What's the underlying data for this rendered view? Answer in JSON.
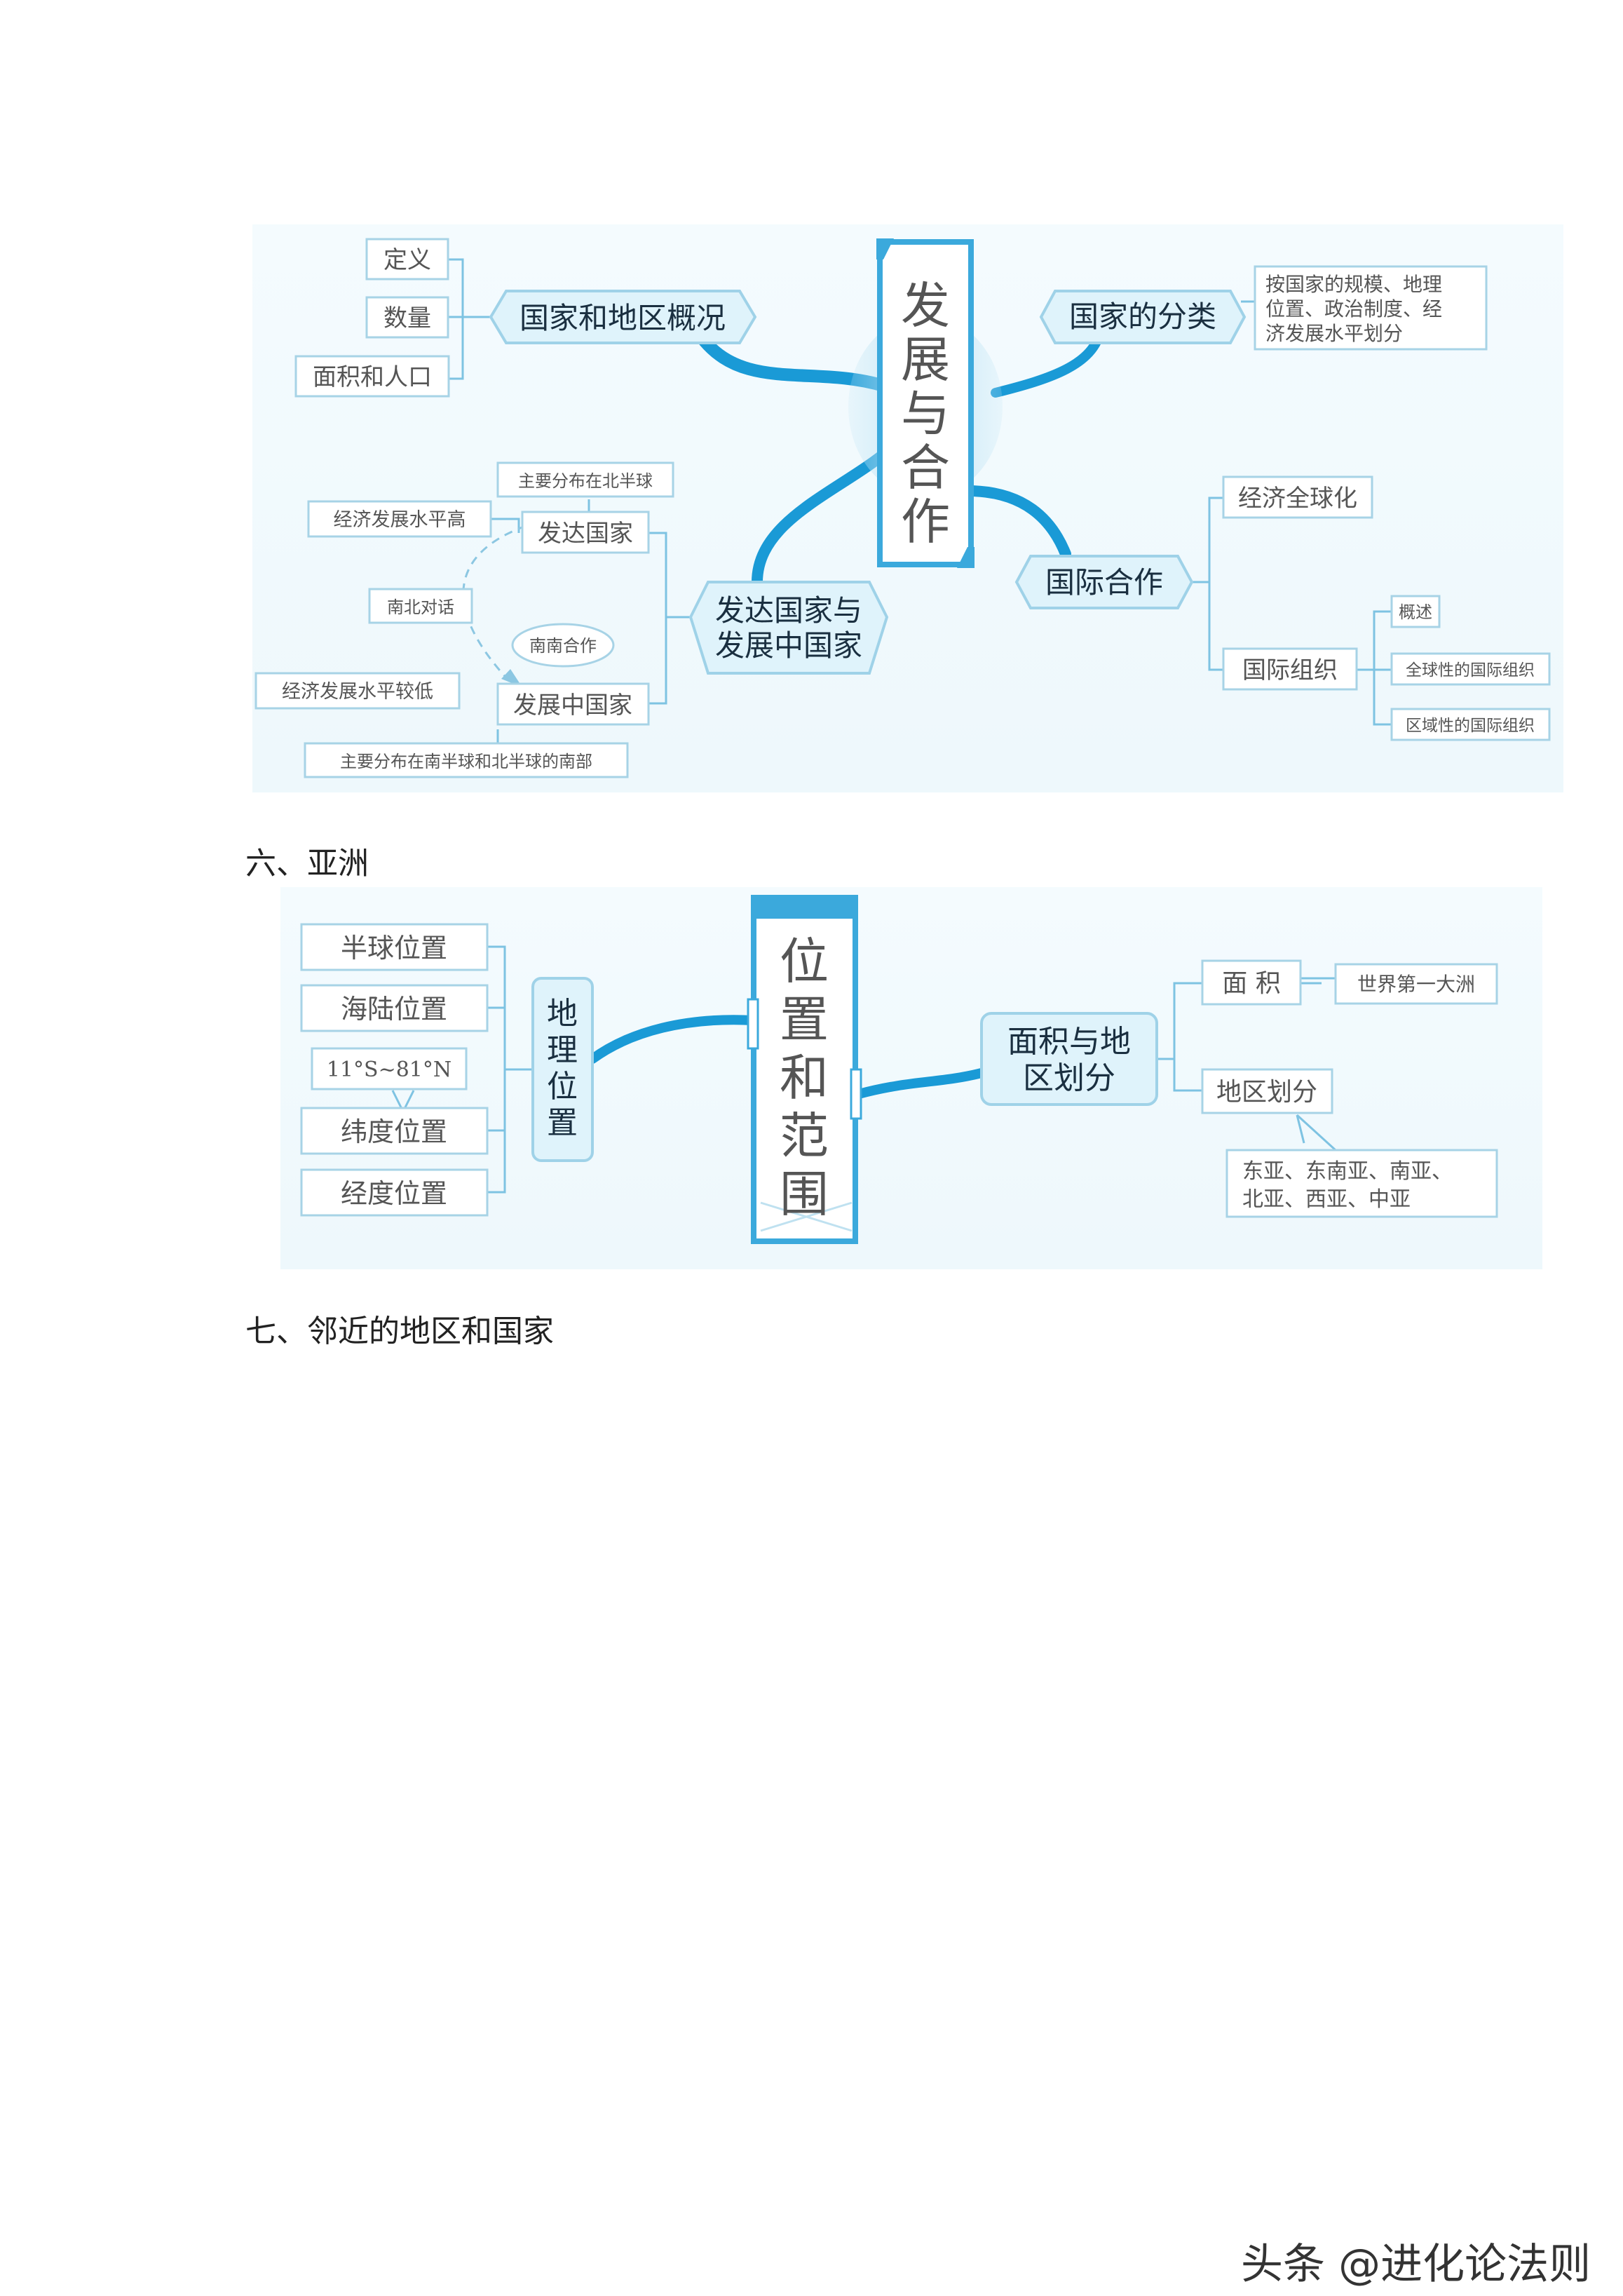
{
  "map1": {
    "center": "发展与合作",
    "b1": {
      "label": "国家和地区概况",
      "items": [
        "定义",
        "数量",
        "面积和人口"
      ]
    },
    "b2": {
      "label": "国家的分类",
      "note": [
        "按国家的规模、地理",
        "位置、政治制度、经",
        "济发展水平划分"
      ]
    },
    "b3": {
      "label_l1": "发达国家与",
      "label_l2": "发展中国家",
      "developed": "发达国家",
      "developed_dist": "主要分布在北半球",
      "developed_level": "经济发展水平高",
      "dialogue": "南北对话",
      "cooperation": "南南合作",
      "developing": "发展中国家",
      "developing_level": "经济发展水平较低",
      "developing_dist": "主要分布在南半球和北半球的南部"
    },
    "b4": {
      "label": "国际合作",
      "globalization": "经济全球化",
      "org": "国际组织",
      "org_items": [
        "概述",
        "全球性的国际组织",
        "区域性的国际组织"
      ]
    }
  },
  "heading6": "六、亚洲",
  "map2": {
    "center": "位置和范围",
    "left_label": "地理位置",
    "left_items": [
      "半球位置",
      "海陆位置",
      "纬度位置",
      "经度位置"
    ],
    "lat_range": "11°S~81°N",
    "right_label_l1": "面积与地",
    "right_label_l2": "区划分",
    "area": "面 积",
    "area_note": "世界第一大洲",
    "division": "地区划分",
    "division_note_l1": "东亚、东南亚、南亚、",
    "division_note_l2": "北亚、西亚、中亚"
  },
  "heading7": "七、邻近的地区和国家",
  "watermark": "头条 @进化论法则",
  "colors": {
    "line": "#1a9ad6",
    "box_border": "#9fd2e8",
    "branch_fill": "#dff3fb",
    "center_border": "#3ba9dc"
  }
}
